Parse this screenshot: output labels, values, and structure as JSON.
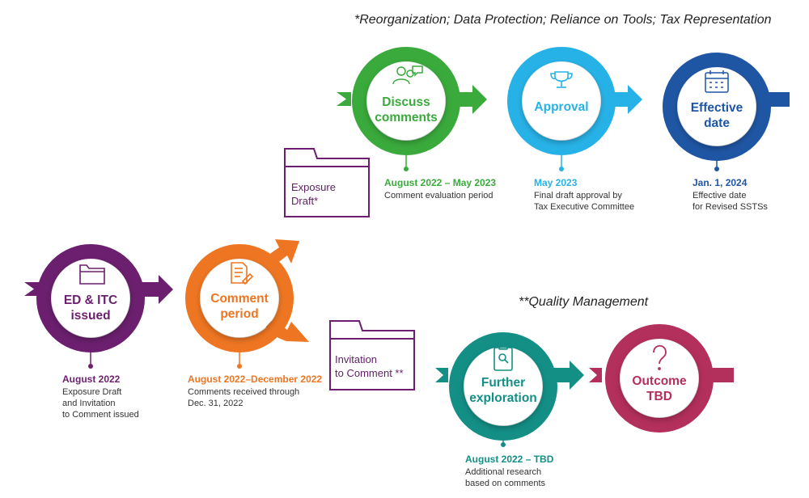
{
  "notes": {
    "top": "*Reorganization; Data Protection; Reliance on Tools; Tax Representation",
    "bottom": "**Quality Management"
  },
  "colors": {
    "purple": "#6b1f6e",
    "orange": "#ee7622",
    "green": "#3aaa3c",
    "cyan": "#27b2e7",
    "blue": "#1f56a4",
    "teal": "#138f86",
    "crimson": "#b32f5c",
    "folder": "#6b1f6e"
  },
  "nodes": {
    "ed_itc": {
      "label": [
        "ED & ITC",
        "issued"
      ],
      "icon": "folder-icon",
      "date": "August 2022",
      "desc": [
        "Exposure Draft",
        "and Invitation",
        "to Comment issued"
      ]
    },
    "comment_period": {
      "label": [
        "Comment",
        "period"
      ],
      "icon": "checklist-icon",
      "date": "August 2022–December 2022",
      "desc": [
        "Comments received through",
        "Dec. 31, 2022"
      ]
    },
    "discuss": {
      "label": [
        "Discuss",
        "comments"
      ],
      "icon": "discussion-icon",
      "date": "August 2022 – May 2023",
      "desc": [
        "Comment evaluation period"
      ]
    },
    "approval": {
      "label": [
        "Approval"
      ],
      "icon": "trophy-icon",
      "date": "May 2023",
      "desc": [
        "Final draft approval by",
        "Tax Executive Committee"
      ]
    },
    "effective": {
      "label": [
        "Effective",
        "date"
      ],
      "icon": "calendar-icon",
      "date": "Jan. 1, 2024",
      "desc": [
        "Effective date",
        "for Revised SSTSs"
      ]
    },
    "further": {
      "label": [
        "Further",
        "exploration"
      ],
      "icon": "clipboard-search-icon",
      "date": "August 2022 – TBD",
      "desc": [
        "Additional research",
        "based on comments"
      ]
    },
    "outcome": {
      "label": [
        "Outcome",
        "TBD"
      ],
      "icon": "question-icon"
    }
  },
  "folders": {
    "exposure": [
      "Exposure",
      "Draft*"
    ],
    "invitation": [
      "Invitation",
      "to Comment **"
    ]
  }
}
